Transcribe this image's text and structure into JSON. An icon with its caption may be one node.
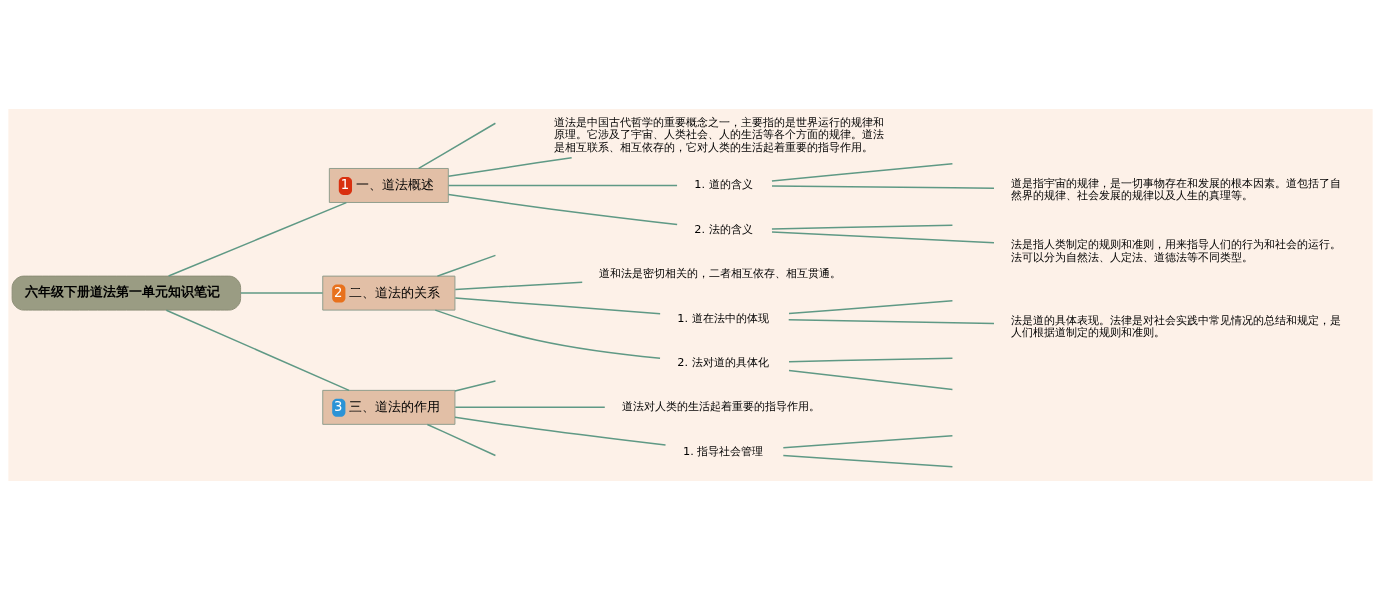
{
  "diagram": {
    "nodes": [
      {
        "text": [
          "六年级下册道法第一单元知识笔记"
        ]
      },
      {
        "text": [
          "1",
          "一、道法概述"
        ]
      },
      {
        "text": [
          "道法是中国古代哲学的重要概念之一，主要指的是世界运行的规律和原理。它涉及了宇宙、人类社会、人的生活等各个方面的规律。道法是相互联系、相互依存的，它对人类的生活起着重要的指导作用。"
        ]
      },
      {
        "text": [
          "1. 道的含义"
        ]
      },
      {
        "text": [
          "道是指宇宙的规律，是一切事物存在和发展的根本因素。道包括了自然界的规律、社会发展的规律以及人生的真理等。"
        ]
      },
      {
        "text": [
          "2. 法的含义"
        ]
      },
      {
        "text": [
          "法是指人类制定的规则和准则，用来指导人们的行为和社会的运行。法可以分为自然法、人定法、道德法等不同类型。"
        ]
      },
      {
        "text": [
          "2",
          "二、道法的关系"
        ]
      },
      {
        "text": [
          "道和法是密切相关的，二者相互依存、相互贯通。"
        ]
      },
      {
        "text": [
          "1. 道在法中的体现"
        ]
      },
      {
        "text": [
          "法是道的具体表现。法律是对社会实践中常见情况的总结和规定，是人们根据道制定的规则和准则。"
        ]
      },
      {
        "text": [
          "2. 法对道的具体化"
        ]
      },
      {
        "text": [
          "3",
          "三、道法的作用"
        ]
      },
      {
        "text": [
          "道法对人类的生活起着重要的指导作用。"
        ]
      },
      {
        "text": [
          "1. 指导社会管理"
        ]
      }
    ],
    "edges": [
      {
        "from": 0,
        "to": 1,
        "arrow": "none"
      },
      {
        "from": 0,
        "to": 7,
        "arrow": "none"
      },
      {
        "from": 0,
        "to": 12,
        "arrow": "none"
      },
      {
        "from": 1,
        "to": null,
        "arrow": "none"
      },
      {
        "from": 1,
        "to": 2,
        "arrow": "none"
      },
      {
        "from": 1,
        "to": 3,
        "arrow": "none"
      },
      {
        "from": 1,
        "to": 5,
        "arrow": "none"
      },
      {
        "from": 3,
        "to": null,
        "arrow": "none"
      },
      {
        "from": 3,
        "to": 4,
        "arrow": "none"
      },
      {
        "from": 5,
        "to": null,
        "arrow": "none"
      },
      {
        "from": 5,
        "to": 6,
        "arrow": "none"
      },
      {
        "from": 7,
        "to": null,
        "arrow": "none"
      },
      {
        "from": 7,
        "to": 8,
        "arrow": "none"
      },
      {
        "from": 7,
        "to": 9,
        "arrow": "none"
      },
      {
        "from": 7,
        "to": 11,
        "arrow": "none"
      },
      {
        "from": 9,
        "to": null,
        "arrow": "none"
      },
      {
        "from": 9,
        "to": 10,
        "arrow": "none"
      },
      {
        "from": 11,
        "to": null,
        "arrow": "none"
      },
      {
        "from": 11,
        "to": null,
        "arrow": "none"
      },
      {
        "from": 12,
        "to": null,
        "arrow": "none"
      },
      {
        "from": 12,
        "to": 13,
        "arrow": "none"
      },
      {
        "from": 12,
        "to": 14,
        "arrow": "none"
      },
      {
        "from": 12,
        "to": null,
        "arrow": "none"
      },
      {
        "from": 14,
        "to": null,
        "arrow": "none"
      },
      {
        "from": 14,
        "to": null,
        "arrow": "none"
      }
    ]
  }
}
